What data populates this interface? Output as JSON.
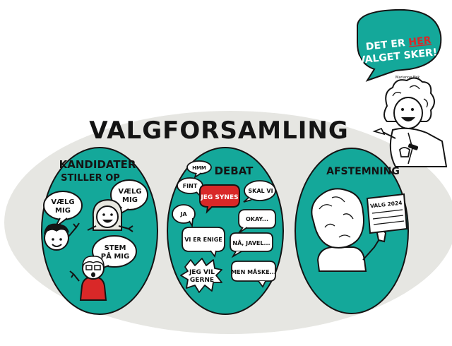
{
  "colors": {
    "teal": "#14a89a",
    "ellipse_gray": "#e6e6e2",
    "red": "#d92828",
    "ink": "#141414"
  },
  "title": "Valgforsamling",
  "speech_top": {
    "line1_a": "Det er ",
    "line1_b": "her",
    "line2": "valget sker!"
  },
  "signature": "Marianne Fisk",
  "circles": {
    "kandidater": {
      "heading_line1": "Kandidater",
      "heading_line2": "stiller op",
      "bubble1_l1": "Vælg",
      "bubble1_l2": "mig",
      "bubble2_l1": "Vælg",
      "bubble2_l2": "mig",
      "bubble3_l1": "Stem",
      "bubble3_l2": "på mig"
    },
    "debat": {
      "heading": "Debat",
      "bubbles": [
        "Hmm",
        "Fint",
        "Jeg synes",
        "Skal vi",
        "Ja",
        "Okay...",
        "Vi er enige",
        "Nå, javel...",
        "Jeg vil",
        "gerne",
        "Men måske..."
      ]
    },
    "afstemning": {
      "heading": "Afstemning",
      "ballot": "Valg 2024"
    }
  }
}
